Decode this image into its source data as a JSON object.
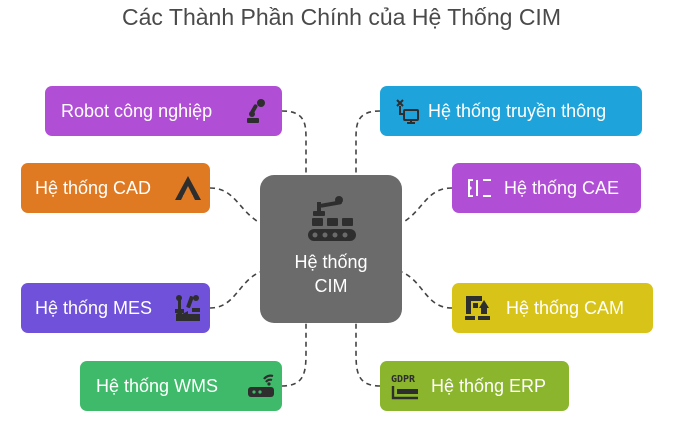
{
  "title": "Các Thành Phần Chính của Hệ Thống CIM",
  "center": {
    "label": "Hệ thống CIM",
    "icon": "robot-arm-conveyor-icon"
  },
  "nodes": [
    {
      "id": "robot",
      "label": "Robot công nghiệp",
      "icon": "robot-arm-icon",
      "color": "#b04fd6"
    },
    {
      "id": "cad",
      "label": "Hệ thống CAD",
      "icon": "cad-logo-icon",
      "color": "#e07a22"
    },
    {
      "id": "mes",
      "label": "Hệ thống MES",
      "icon": "factory-robot-icon",
      "color": "#6f52d9"
    },
    {
      "id": "wms",
      "label": "Hệ thống WMS",
      "icon": "router-icon",
      "color": "#3fba6a"
    },
    {
      "id": "comm",
      "label": "Hệ thống truyền thông",
      "icon": "network-computer-icon",
      "color": "#1fa3db"
    },
    {
      "id": "cae",
      "label": "Hệ thống CAE",
      "icon": "bracket-code-icon",
      "color": "#b04fd6"
    },
    {
      "id": "cam",
      "label": "Hệ thống CAM",
      "icon": "machine-tool-icon",
      "color": "#d8c418"
    },
    {
      "id": "erp",
      "label": "Hệ thống ERP",
      "icon": "gdpr-document-icon",
      "color": "#8ab52d"
    }
  ]
}
